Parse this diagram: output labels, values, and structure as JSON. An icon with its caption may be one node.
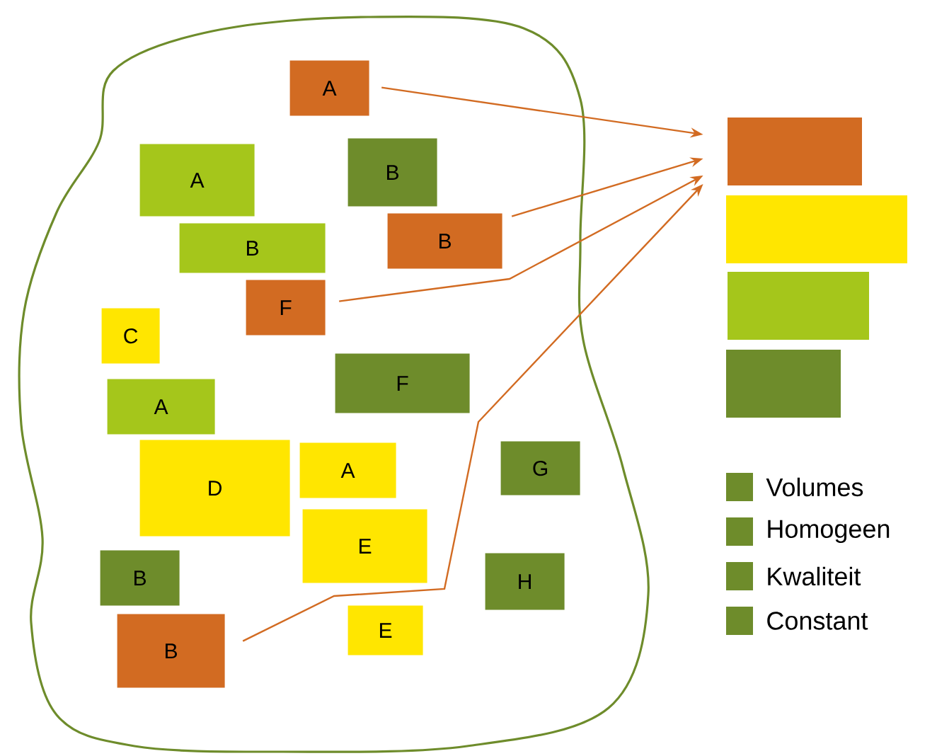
{
  "diagram": {
    "nodes": [
      {
        "text": [],
        "shape": "cloud"
      },
      {
        "text": [
          "A"
        ],
        "in": 0
      },
      {
        "text": [
          "A"
        ],
        "in": 0
      },
      {
        "text": [
          "B"
        ],
        "in": 0
      },
      {
        "text": [
          "B"
        ],
        "in": 0
      },
      {
        "text": [
          "B"
        ],
        "in": 0
      },
      {
        "text": [
          "F"
        ],
        "in": 0
      },
      {
        "text": [
          "C"
        ],
        "in": 0
      },
      {
        "text": [
          "F"
        ],
        "in": 0
      },
      {
        "text": [
          "A"
        ],
        "in": 0
      },
      {
        "text": [
          "D"
        ],
        "in": 0
      },
      {
        "text": [
          "A"
        ],
        "in": 0
      },
      {
        "text": [
          "G"
        ],
        "in": 0
      },
      {
        "text": [
          "E"
        ],
        "in": 0
      },
      {
        "text": [
          "B"
        ],
        "in": 0
      },
      {
        "text": [
          "H"
        ],
        "in": 0
      },
      {
        "text": [
          "B"
        ],
        "in": 0
      },
      {
        "text": [
          "E"
        ],
        "in": 0
      },
      {
        "text": [],
        "shape": "box"
      },
      {
        "text": [],
        "shape": "box"
      },
      {
        "text": [],
        "shape": "box"
      },
      {
        "text": [],
        "shape": "box"
      }
    ],
    "edges": [
      {
        "from": 1,
        "to": 18,
        "arrow": "to"
      },
      {
        "from": 5,
        "to": 18,
        "arrow": "to"
      },
      {
        "from": 6,
        "to": 18,
        "arrow": "to"
      },
      {
        "from": 16,
        "to": 18,
        "arrow": "to"
      }
    ],
    "legend": [
      {
        "text": "Volumes",
        "color": "#6e8c2b"
      },
      {
        "text": "Homogeen",
        "color": "#6e8c2b"
      },
      {
        "text": "Kwaliteit",
        "color": "#6e8c2b"
      },
      {
        "text": "Constant",
        "color": "#6e8c2b"
      }
    ]
  }
}
